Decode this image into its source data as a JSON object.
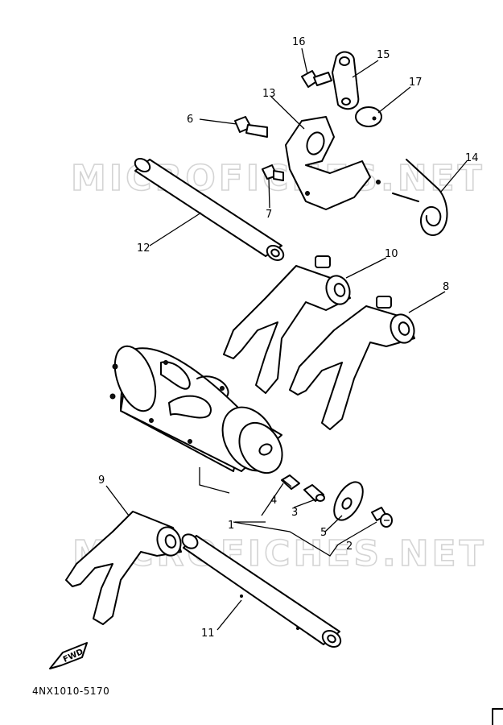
{
  "diagram": {
    "watermark_top": "MICROFICHES.NET",
    "watermark_bottom": "MICROFICHES.NET",
    "fwd_label": "FWD",
    "diagram_code": "4NX1010-5170",
    "callouts": [
      "1",
      "2",
      "3",
      "4",
      "5",
      "6",
      "7",
      "8",
      "9",
      "10",
      "11",
      "12",
      "13",
      "14",
      "15",
      "16",
      "17"
    ]
  }
}
